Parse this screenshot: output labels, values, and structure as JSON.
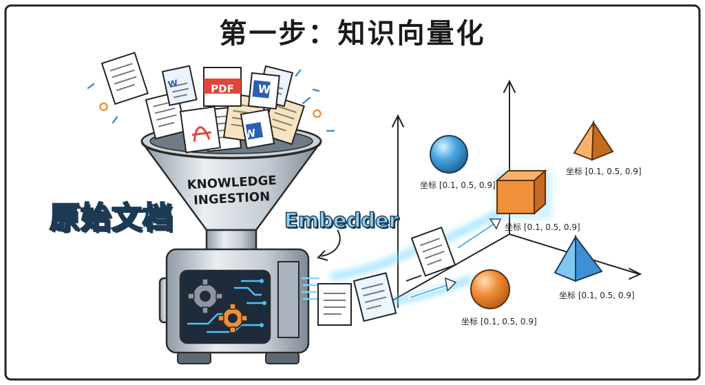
{
  "title": "第一步：知识向量化",
  "left_label": "原始文档",
  "funnel_label": [
    "KNOWLEDGE",
    "INGESTION"
  ],
  "embedder_label": "Embedder",
  "pdf_label": "PDF",
  "word_label": "W",
  "coordinate_labels": {
    "blue_sphere": "坐标 [0.1, 0.5, 0.9]",
    "orange_cube": "坐标 [0.1, 0.5, 0.9]",
    "orange_pyramid": "坐标 [0.1, 0.5, 0.9]",
    "blue_pyramid": "坐标 [0.1, 0.5, 0.9]",
    "orange_sphere": "坐标 [0.1, 0.5, 0.9]"
  },
  "colors": {
    "glow": "#7fd8ff",
    "orange": "#f0903a",
    "blue": "#3f8fd6",
    "outline": "#1d3a55"
  },
  "icons": [
    "gear-icon",
    "pdf-icon",
    "word-icon",
    "document-icon",
    "sphere-icon",
    "cube-icon",
    "pyramid-icon",
    "axis-arrow-icon"
  ]
}
